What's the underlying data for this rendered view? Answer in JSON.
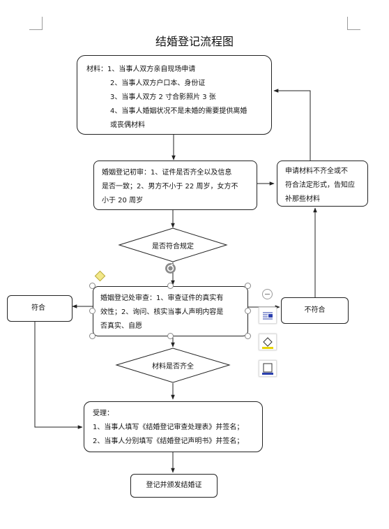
{
  "title": "结婚登记流程图",
  "nodes": {
    "materials": {
      "lines": [
        "材料：1、当事人双方亲自现场申请",
        "2、当事人双方户口本、身份证",
        "3、当事人双方 2 寸合影照片 3 张",
        "4、当事人婚姻状况不是未婚的需要提供离婚",
        "或丧偶材料"
      ]
    },
    "initial_review": {
      "lines": [
        "婚姻登记初审：1、证件是否齐全以及信息",
        "是否一致；2、男方不小于 22 周岁，女方不",
        "小于 20 周岁"
      ]
    },
    "incomplete_notice": {
      "lines": [
        "申请材料不齐全或不",
        "符合法定形式，告知应",
        "补那些材料"
      ]
    },
    "compliance_check": {
      "label": "是否符合规定"
    },
    "office_review": {
      "lines": [
        "婚姻登记处审查：1、审查证件的真实有",
        "效性；2、询问、核实当事人声明内容是",
        "否真实、自愿"
      ]
    },
    "compliant": {
      "label": "符合"
    },
    "noncompliant": {
      "label": "不符合"
    },
    "materials_complete": {
      "label": "材料是否齐全"
    },
    "acceptance": {
      "lines": [
        "受理：",
        "1、当事人填写《结婚登记审查处理表》并签名；",
        "2、当事人分别填写《结婚登记声明书》并签名；"
      ]
    },
    "issue_certificate": {
      "label": "登记并颁发结婚证"
    }
  },
  "colors": {
    "line": "#222222",
    "handle": "#888888",
    "anchor": "#f2e88a",
    "rotate": "#8a8a8a",
    "tool_accent": "#2a3fae"
  },
  "icons": [
    "rotate-handle-icon",
    "diamond-adjust-icon",
    "collapse-icon",
    "layout-options-icon",
    "shape-fill-icon",
    "shape-outline-icon"
  ]
}
